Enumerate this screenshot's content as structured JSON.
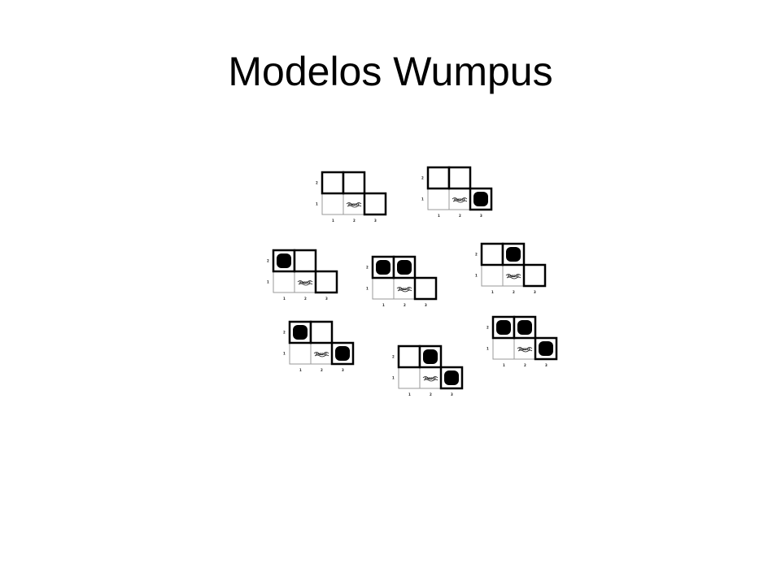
{
  "slide": {
    "title": "Modelos Wumpus"
  },
  "grid": {
    "row_labels": [
      "2",
      "1"
    ],
    "col_labels": [
      "1",
      "2",
      "3"
    ],
    "breeze_label": "BREEZE"
  },
  "models": [
    {
      "id": 1,
      "pits": []
    },
    {
      "id": 2,
      "pits": [
        "1,3"
      ]
    },
    {
      "id": 3,
      "pits": [
        "2,2"
      ]
    },
    {
      "id": 4,
      "pits": [
        "2,1",
        "1,3"
      ]
    },
    {
      "id": 5,
      "pits": [
        "2,1"
      ]
    },
    {
      "id": 6,
      "pits": [
        "2,2",
        "1,3"
      ]
    },
    {
      "id": 7,
      "pits": [
        "2,1",
        "2,2",
        "1,3"
      ]
    },
    {
      "id": 8,
      "pits": [
        "2,1",
        "2,2"
      ]
    }
  ]
}
